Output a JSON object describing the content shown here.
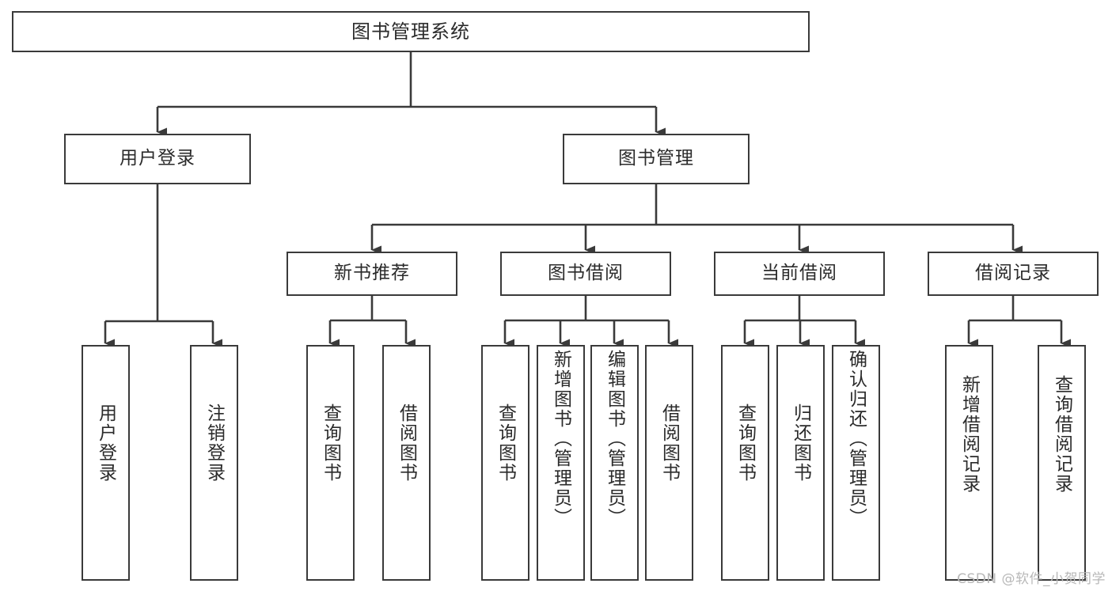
{
  "diagram": {
    "title": "图书管理系统",
    "type": "tree",
    "root": {
      "id": "root",
      "label": "图书管理系统",
      "orientation": "horizontal"
    },
    "level2": [
      {
        "id": "user-login",
        "label": "用户登录",
        "orientation": "horizontal"
      },
      {
        "id": "book-manage",
        "label": "图书管理",
        "orientation": "horizontal"
      }
    ],
    "level3": [
      {
        "id": "new-book-recommend",
        "label": "新书推荐",
        "parent": "book-manage",
        "orientation": "horizontal"
      },
      {
        "id": "book-borrow",
        "label": "图书借阅",
        "parent": "book-manage",
        "orientation": "horizontal"
      },
      {
        "id": "current-borrow",
        "label": "当前借阅",
        "parent": "book-manage",
        "orientation": "horizontal"
      },
      {
        "id": "borrow-record",
        "label": "借阅记录",
        "parent": "book-manage",
        "orientation": "horizontal"
      }
    ],
    "leaves": [
      {
        "id": "leaf-user-login",
        "label": "用户登录",
        "parent": "user-login",
        "orientation": "vertical"
      },
      {
        "id": "leaf-user-logout",
        "label": "注销登录",
        "parent": "user-login",
        "orientation": "vertical"
      },
      {
        "id": "leaf-query-book-1",
        "label": "查询图书",
        "parent": "new-book-recommend",
        "orientation": "vertical"
      },
      {
        "id": "leaf-borrow-book-1",
        "label": "借阅图书",
        "parent": "new-book-recommend",
        "orientation": "vertical"
      },
      {
        "id": "leaf-query-book-2",
        "label": "查询图书",
        "parent": "book-borrow",
        "orientation": "vertical"
      },
      {
        "id": "leaf-add-book",
        "label": "新增图书（管理员）",
        "parent": "book-borrow",
        "orientation": "vertical"
      },
      {
        "id": "leaf-edit-book",
        "label": "编辑图书（管理员）",
        "parent": "book-borrow",
        "orientation": "vertical"
      },
      {
        "id": "leaf-borrow-book-2",
        "label": "借阅图书",
        "parent": "book-borrow",
        "orientation": "vertical"
      },
      {
        "id": "leaf-query-book-3",
        "label": "查询图书",
        "parent": "current-borrow",
        "orientation": "vertical"
      },
      {
        "id": "leaf-return-book",
        "label": "归还图书",
        "parent": "current-borrow",
        "orientation": "vertical"
      },
      {
        "id": "leaf-confirm-return",
        "label": "确认归还（管理员）",
        "parent": "current-borrow",
        "orientation": "vertical"
      },
      {
        "id": "leaf-add-record",
        "label": "新增借阅记录",
        "parent": "borrow-record",
        "orientation": "vertical"
      },
      {
        "id": "leaf-query-record",
        "label": "查询借阅记录",
        "parent": "borrow-record",
        "orientation": "vertical"
      }
    ],
    "watermark": "CSDN @软件_小贺同学",
    "colors": {
      "stroke": "#3a3a3a",
      "fill": "#ffffff",
      "text": "#2b2b2b",
      "watermark": "#b8b8b8"
    }
  }
}
